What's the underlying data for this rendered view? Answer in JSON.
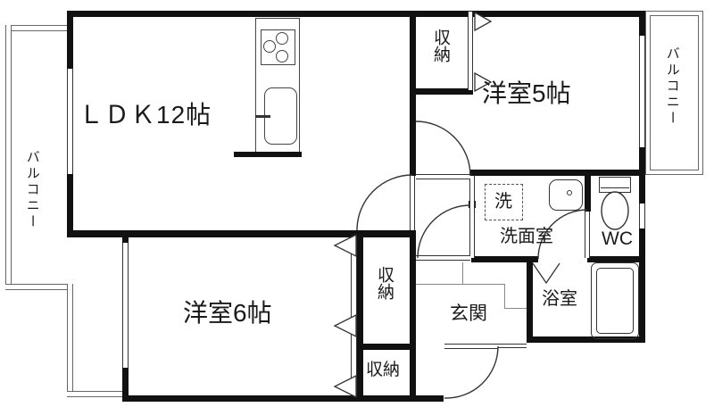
{
  "plan": {
    "title": "apartment-floor-plan",
    "rooms": {
      "ldk": {
        "label": "ＬＤＫ12帖"
      },
      "bedroom5": {
        "label": "洋室5帖"
      },
      "bedroom6": {
        "label": "洋室6帖"
      },
      "closet_top": {
        "label": "収納"
      },
      "closet_middle": {
        "label": "収納"
      },
      "closet_bottom": {
        "label": "収納"
      },
      "washer": {
        "label": "洗"
      },
      "washroom": {
        "label": "洗面室"
      },
      "wc": {
        "label": "WC"
      },
      "bathroom": {
        "label": "浴室"
      },
      "entrance": {
        "label": "玄関"
      },
      "balcony_left": {
        "label": "バルコニー"
      },
      "balcony_right": {
        "label": "バルコニー"
      }
    },
    "fixtures": {
      "kitchen": "stove-and-sink-counter",
      "washing_machine": "dashed-washer-slot",
      "vanity_sink": "washbasin",
      "toilet": "toilet-bowl-with-tank",
      "bathtub": "bathtub"
    },
    "colors": {
      "wall": "#111111",
      "line": "#333333",
      "balcony_line": "#666666",
      "background": "#ffffff",
      "text": "#1a1a1a"
    }
  }
}
